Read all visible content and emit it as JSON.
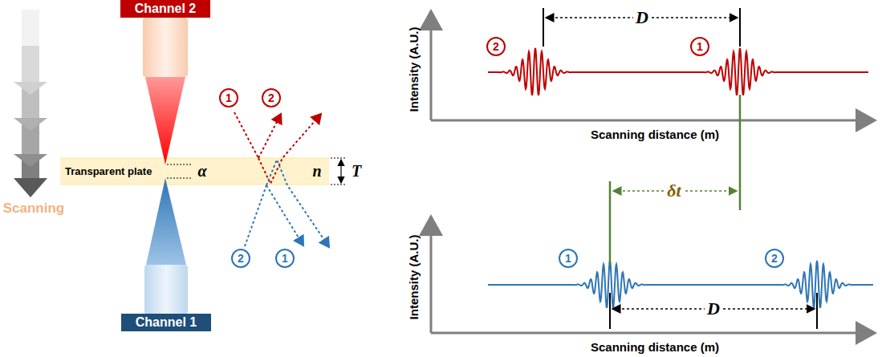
{
  "diagram": {
    "nodes": [
      {
        "text": [
          "Channel 2"
        ]
      },
      {
        "text": [
          "1"
        ]
      },
      {
        "text": [
          "2"
        ]
      },
      {
        "text": [
          "2"
        ]
      },
      {
        "text": [
          "1"
        ]
      },
      {
        "text": [
          "Transparent plate"
        ]
      },
      {
        "text": [
          "2"
        ]
      },
      {
        "text": [
          "1"
        ]
      },
      {
        "text": [
          "Channel 1"
        ]
      },
      {
        "text": [
          "1"
        ]
      },
      {
        "text": [
          "2"
        ]
      }
    ],
    "labels": [
      "Scanning",
      "α",
      "n",
      "T",
      "D",
      "Intensity (A.U.)",
      "Scanning distance (m)",
      "δt",
      "Intensity (A.U.)",
      "D",
      "Scanning distance (m)"
    ]
  }
}
